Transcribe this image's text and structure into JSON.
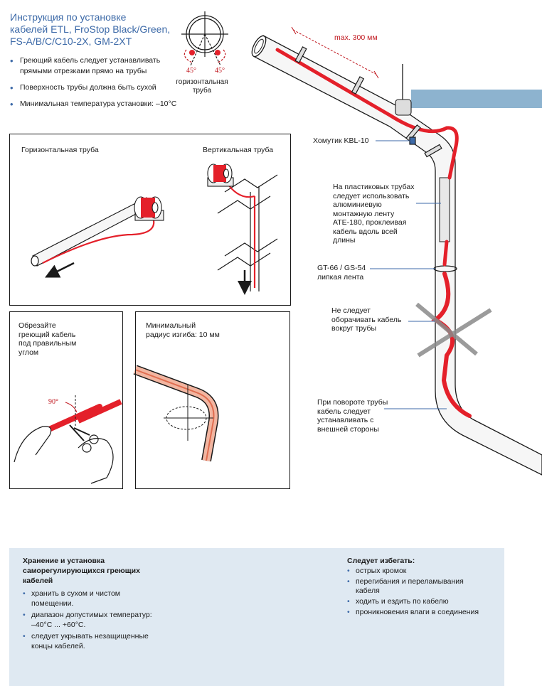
{
  "header": {
    "title_lines": [
      "Инструкция по установке",
      "кабелей ETL, FroStop Black/Green,",
      "FS-A/B/C/C10-2X, GM-2XT"
    ],
    "bullets": [
      "Греющий кабель следует устанавливать прямыми отрезками прямо на трубы",
      "Поверхность трубы должна быть сухой",
      "Минимальная температура установки: –10°C"
    ]
  },
  "top_diagram": {
    "angle_left": "45°",
    "angle_right": "45°",
    "cross_section_label": [
      "горизонтальная",
      "труба"
    ],
    "max_distance": "max. 300 мм",
    "clamp_label": "Хомутик KBL-10",
    "plastic_note": [
      "На пластиковых трубах",
      "следует использовать",
      "алюминиевую",
      "монтажную ленту",
      "ATE-180, проклеивая",
      "кабель вдоль всей",
      "длины"
    ],
    "tape_label": [
      "GT-66 / GS-54",
      "липкая лента"
    ],
    "no_wrap_note": [
      "Не следует",
      "оборачивать кабель",
      "вокруг трубы"
    ],
    "bend_note": [
      "При повороте трубы",
      "кабель следует",
      "устанавливать с",
      "внешней стороны"
    ]
  },
  "panel_pipes": {
    "horizontal_label": "Горизонтальная труба",
    "vertical_label": "Вертикальная труба"
  },
  "panel_cut": {
    "label_lines": [
      "Обрезайте",
      "греющий кабель",
      "под правильным",
      "углом"
    ],
    "angle": "90°"
  },
  "panel_radius": {
    "label_lines": [
      "Минимальный",
      "радиус изгиба: 10 мм"
    ]
  },
  "storage": {
    "title_lines": [
      "Хранение и установка",
      "саморегулирующихся греющих",
      "кабелей"
    ],
    "items": [
      [
        "хранить в сухом и чистом",
        "помещении."
      ],
      [
        "диапазон допустимых температур:",
        "–40°C ... +60°C."
      ],
      [
        "следует укрывать незащищенные",
        "концы кабелей."
      ]
    ]
  },
  "avoid": {
    "title": "Следует избегать:",
    "items": [
      [
        "острых кромок"
      ],
      [
        "перегибания и перелам­ывания",
        "кабеля"
      ],
      [
        "ходить и ездить по кабелю"
      ],
      [
        "проникновения влаги в соединения"
      ]
    ]
  },
  "colors": {
    "cable_red": "#e4202a",
    "title_blue": "#3d6aa8",
    "wall_blue": "#8db3cf",
    "panel_bg": "#dfe9f2",
    "cross_grey": "#8a8a8a"
  }
}
